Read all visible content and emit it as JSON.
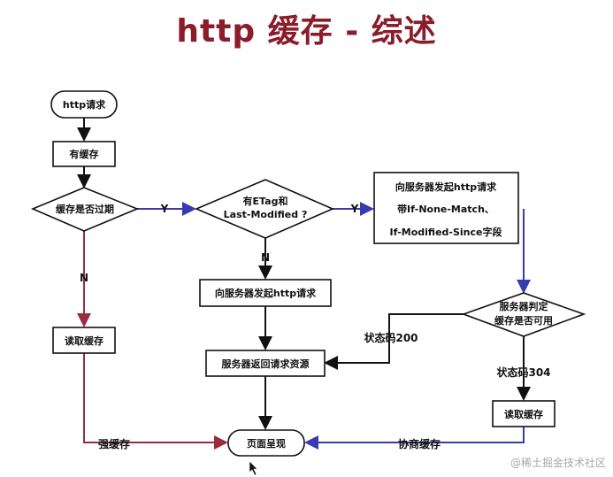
{
  "title": "http 缓存 - 综述",
  "nodes": {
    "start": "http请求",
    "has_cache": "有缓存",
    "expired_q": "缓存是否过期",
    "etag_q_line1": "有ETag和",
    "etag_q_line2": "Last-Modified ?",
    "send_cond_line1": "向服务器发起http请求",
    "send_cond_line2": "带If-None-Match、",
    "send_cond_line3": "If-Modified-Since字段",
    "send_plain": "向服务器发起http请求",
    "read_cache_left": "读取缓存",
    "server_judge_line1": "服务器判定",
    "server_judge_line2": "缓存是否可用",
    "server_return": "服务器返回请求资源",
    "read_cache_right": "读取缓存",
    "render": "页面呈现"
  },
  "edges": {
    "yes_1": "Y",
    "yes_2": "Y",
    "no_1": "N",
    "no_2": "N",
    "status_200": "状态码200",
    "status_304": "状态码304",
    "strong_cache": "强缓存",
    "negotiated_cache": "协商缓存"
  },
  "colors": {
    "title": "#8a1c2b",
    "blue_arrow": "#3a3ab0",
    "red_arrow": "#9b2c3f",
    "black_arrow": "#111111"
  },
  "watermark": "@稀土掘金技术社区"
}
